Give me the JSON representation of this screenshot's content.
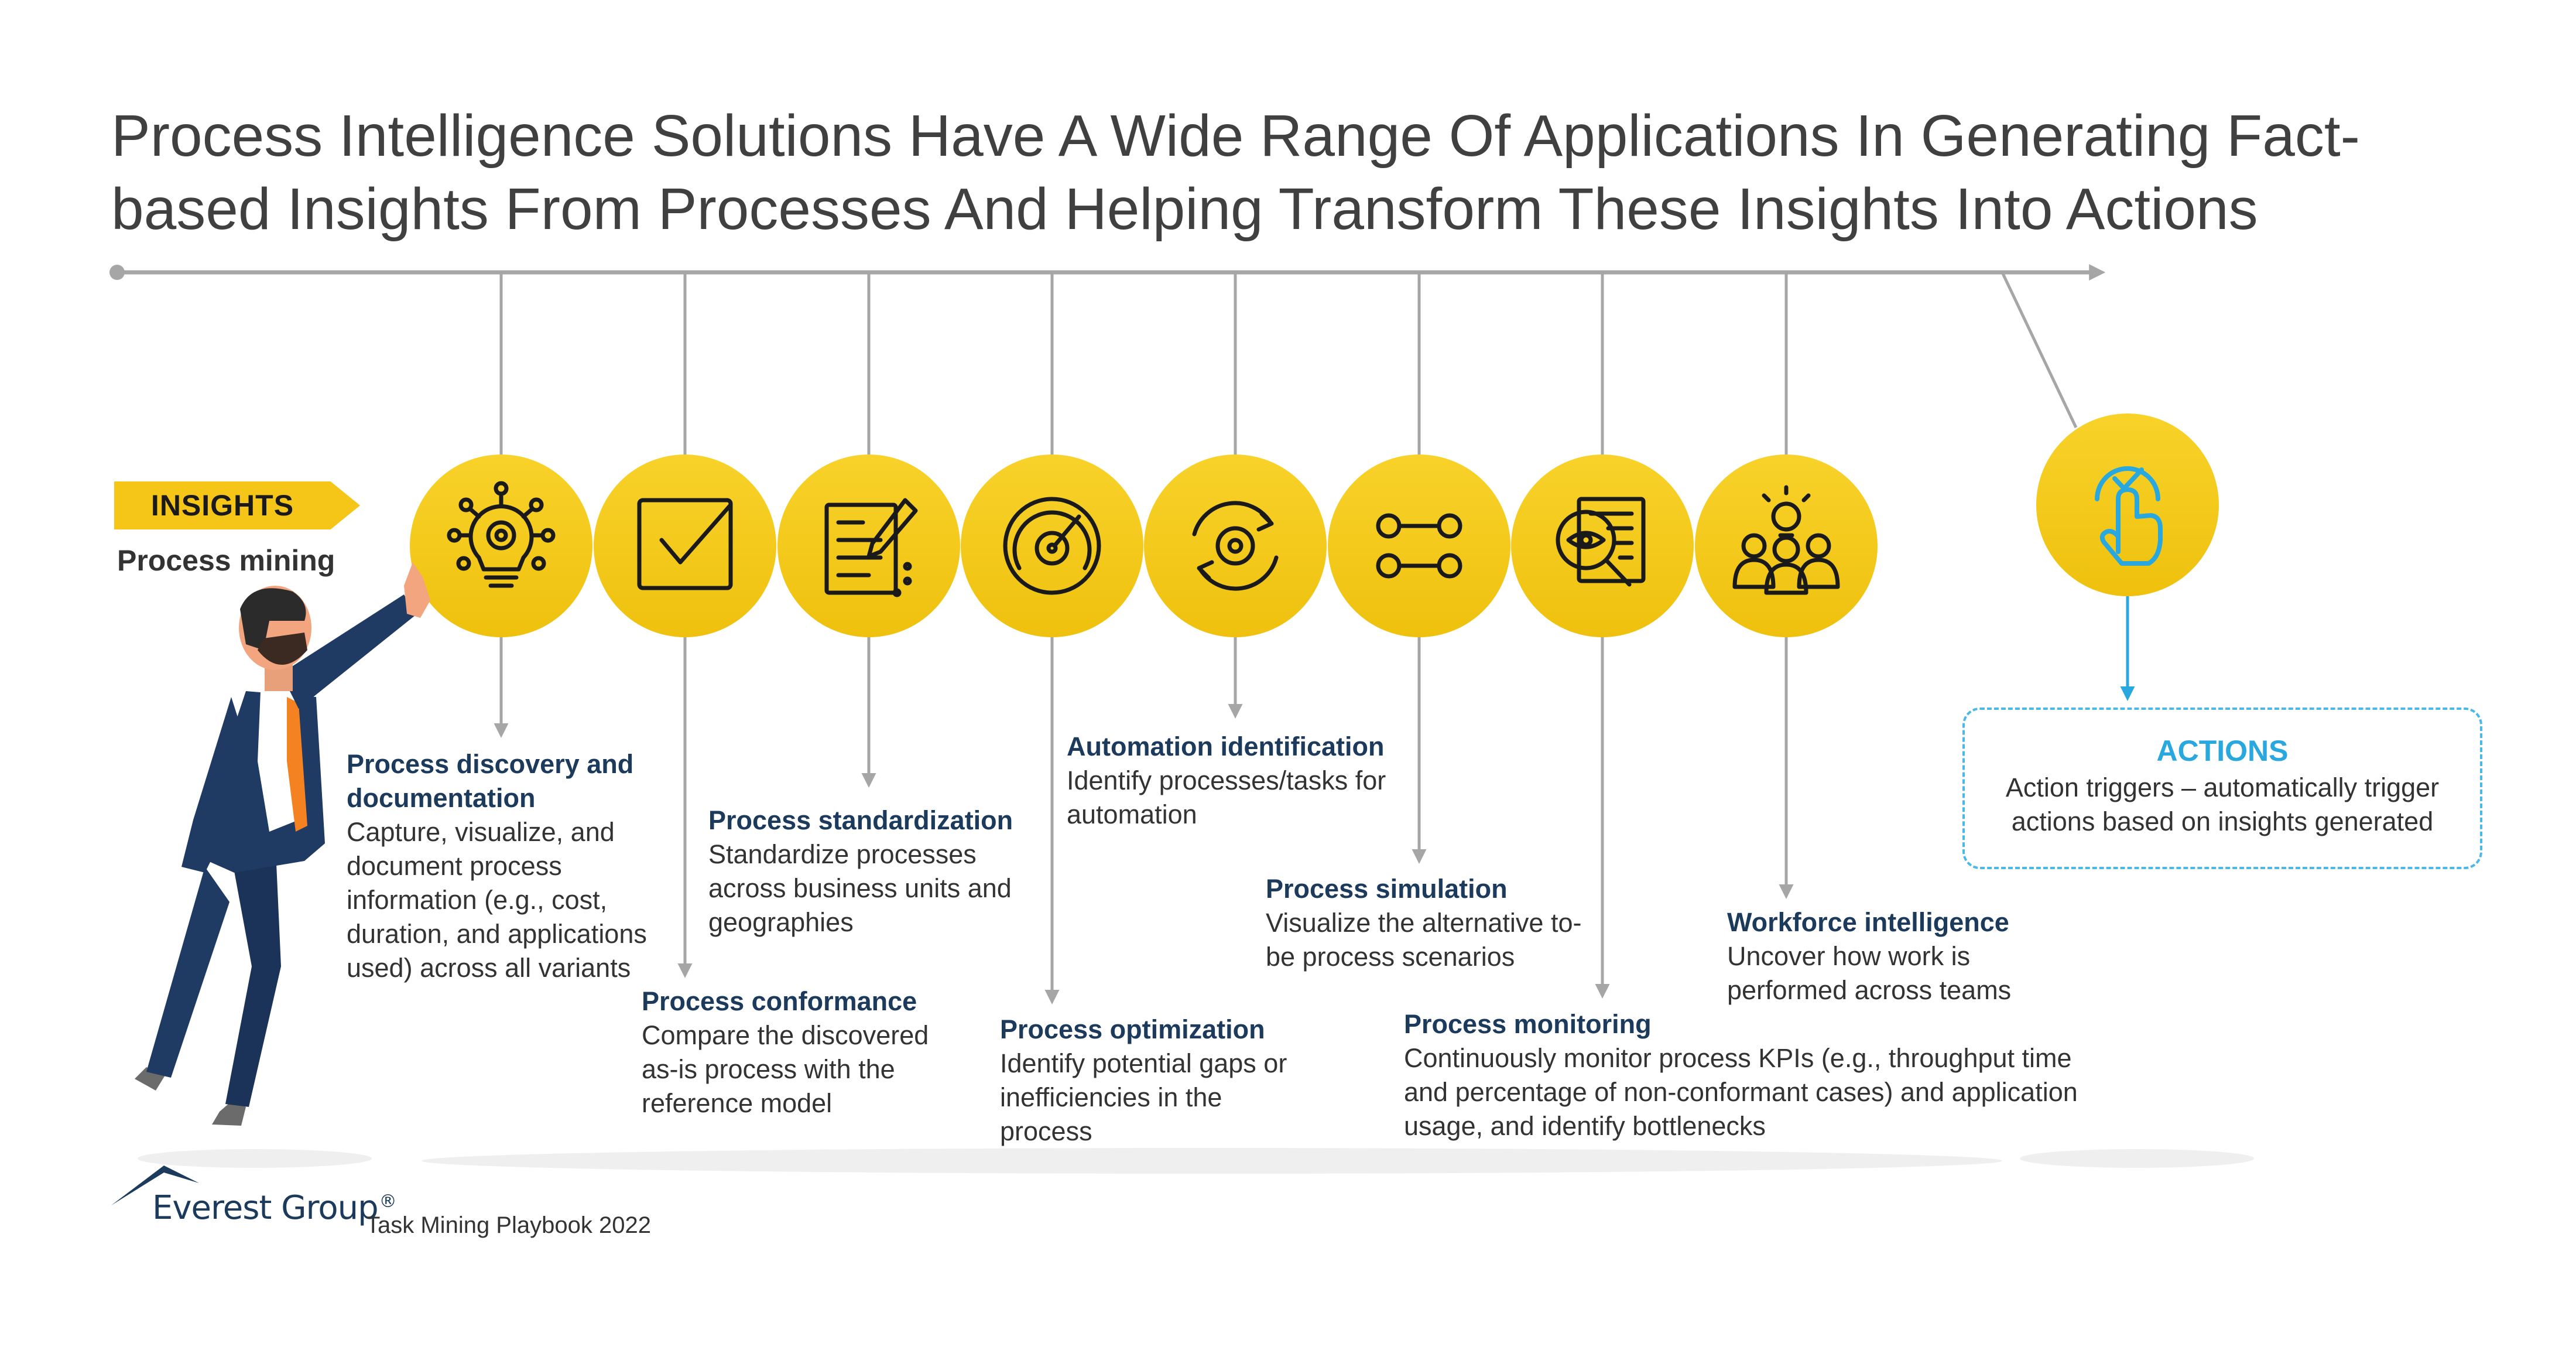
{
  "title": "Process Intelligence Solutions Have A Wide Range Of Applications In Generating Fact-based Insights From Processes And Helping Transform These Insights Into Actions",
  "insights": {
    "tag_label": "INSIGHTS",
    "subtitle": "Process mining",
    "accent_color": "#F5C518"
  },
  "applications": [
    {
      "icon": "lightbulb-network-icon",
      "title": "Process discovery and documentation",
      "description": "Capture, visualize, and document process information (e.g., cost, duration, and applications used) across all variants"
    },
    {
      "icon": "checkbox-icon",
      "title": "Process conformance",
      "description": "Compare the discovered as-is process with the reference model"
    },
    {
      "icon": "document-pen-icon",
      "title": "Process standardization",
      "description": "Standardize processes across business units and geographies"
    },
    {
      "icon": "gauge-icon",
      "title": "Process optimization",
      "description": "Identify potential gaps or inefficiencies in the process"
    },
    {
      "icon": "gear-cycle-icon",
      "title": "Automation identification",
      "description": "Identify processes/tasks for automation"
    },
    {
      "icon": "flow-nodes-icon",
      "title": "Process simulation",
      "description": "Visualize the alternative to-be process scenarios"
    },
    {
      "icon": "magnifier-eye-icon",
      "title": "Process monitoring",
      "description": "Continuously monitor process KPIs (e.g., throughput time and percentage of non-conformant cases) and application usage, and identify bottlenecks"
    },
    {
      "icon": "team-idea-icon",
      "title": "Workforce intelligence",
      "description": "Uncover how work is performed across teams"
    }
  ],
  "actions": {
    "icon": "touch-check-icon",
    "title": "ACTIONS",
    "description": "Action triggers – automatically trigger actions based on insights generated",
    "accent_color": "#29A8E0"
  },
  "footer": {
    "brand": "Everest Group",
    "registered": "®",
    "text": "Task Mining Playbook 2022"
  }
}
